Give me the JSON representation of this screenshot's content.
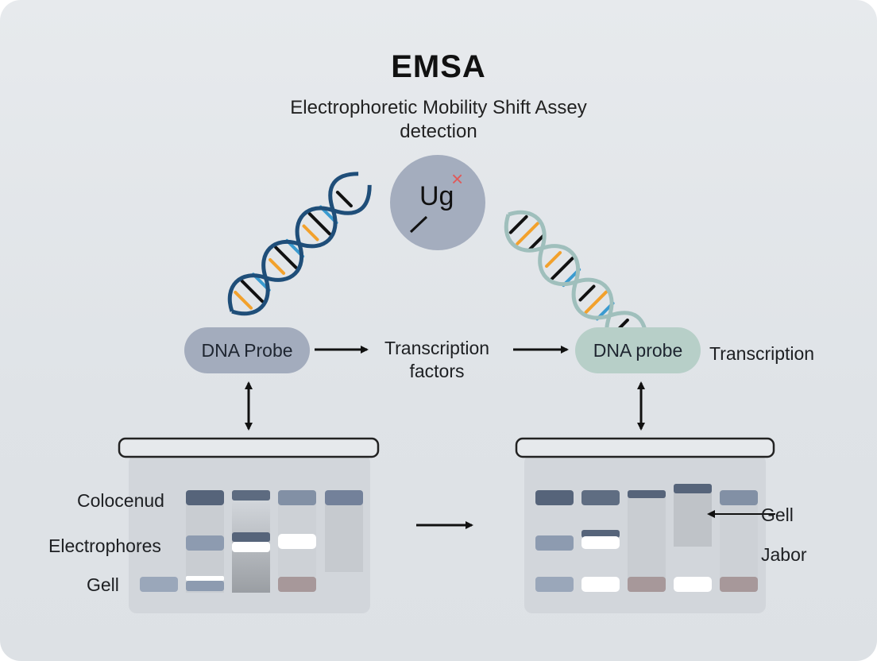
{
  "title": "EMSA",
  "subtitle_line1": "Electrophoretic Mobility Shift Assey",
  "subtitle_line2": "detection",
  "center_icon": {
    "text": "Ug",
    "mark": "×",
    "icon": "magnifier-icon"
  },
  "left_probe": "DNA Probe",
  "middle_label_line1": "Transcription",
  "middle_label_line2": "factors",
  "right_probe": "DNA probe",
  "right_label": "Transcription",
  "left_gel_labels": [
    "Colocenud",
    "Electrophores",
    "Gell"
  ],
  "right_gel_labels": [
    "Gell",
    "Jabor"
  ],
  "colors": {
    "left_pill": "#a3acbd",
    "right_pill": "#b7cfc8",
    "dna_left": "#1f4e79",
    "dna_right": "#9fbfbc",
    "band_dark": "#56647a",
    "band_mid": "#8d9bb0",
    "band_white": "#ffffff",
    "band_mauve": "#a7989a"
  }
}
